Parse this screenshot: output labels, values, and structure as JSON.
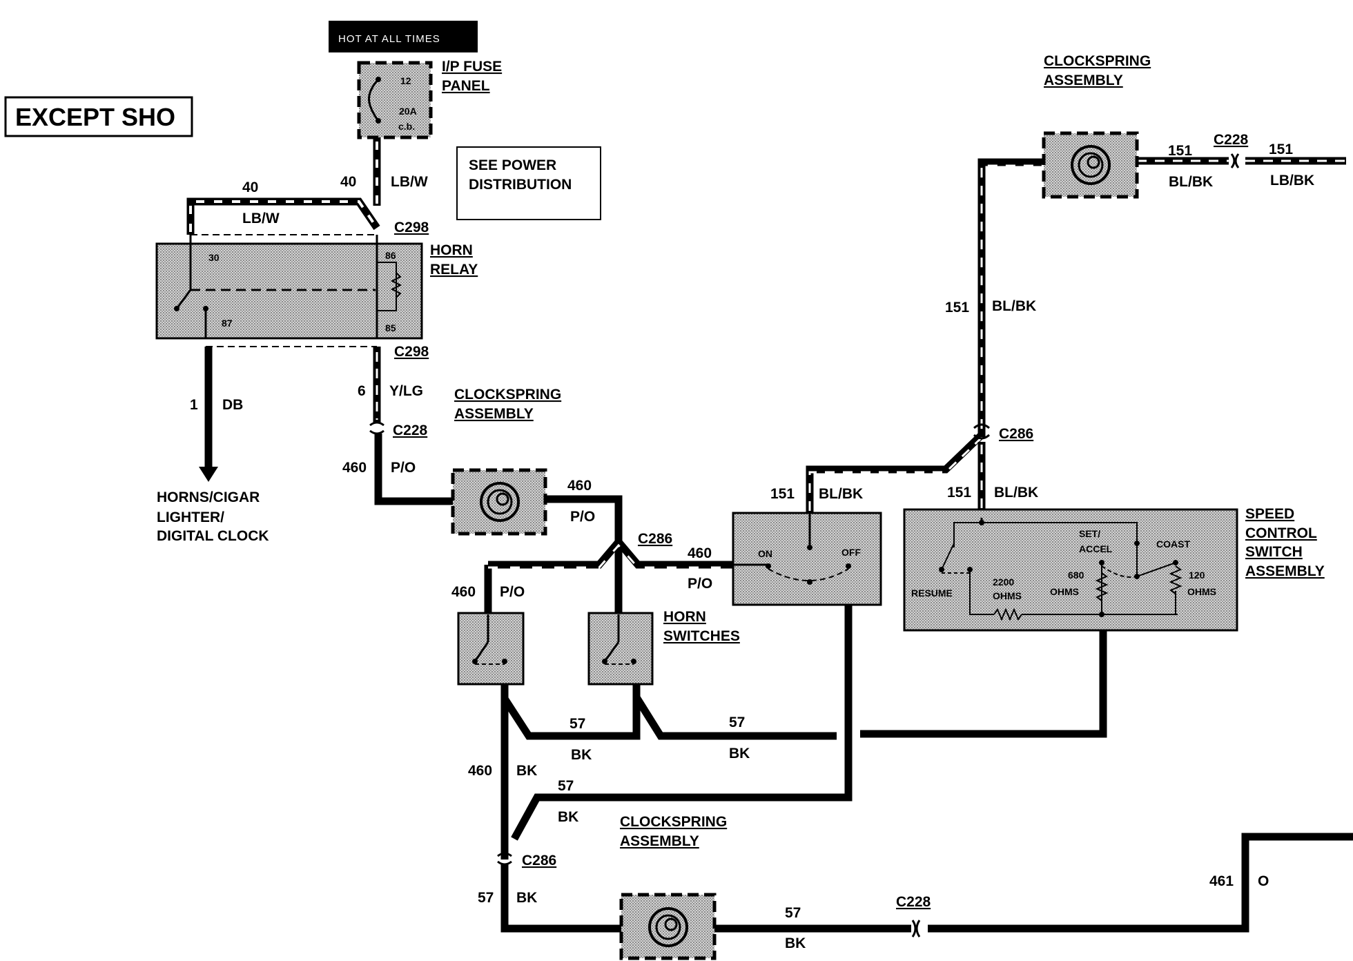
{
  "diagram": {
    "variant": "EXCEPT SHO",
    "hot_label": "HOT AT ALL TIMES",
    "fuse": {
      "title": "I/P FUSE PANEL",
      "title_line1": "I/P FUSE",
      "title_line2": "PANEL",
      "number": "12",
      "rating": "20A",
      "type": "c.b."
    },
    "see_power": {
      "line1": "SEE POWER",
      "line2": "DISTRIBUTION"
    },
    "horn_relay": {
      "line1": "HORN",
      "line2": "RELAY",
      "pin30": "30",
      "pin86": "86",
      "pin87": "87",
      "pin85": "85"
    },
    "horn_switches": {
      "line1": "HORN",
      "line2": "SWITCHES"
    },
    "speed_control": {
      "line1": "SPEED",
      "line2": "CONTROL",
      "line3": "SWITCH",
      "line4": "ASSEMBLY",
      "on": "ON",
      "off": "OFF",
      "resume": "RESUME",
      "set_accel_1": "SET/",
      "set_accel_2": "ACCEL",
      "coast": "COAST",
      "r1a": "2200",
      "r1b": "OHMS",
      "r2a": "680",
      "r2b": "OHMS",
      "r3a": "120",
      "r3b": "OHMS"
    },
    "clockspring": {
      "line1": "CLOCKSPRING",
      "line2": "ASSEMBLY"
    },
    "horns_dest": {
      "line1": "HORNS/CIGAR",
      "line2": "LIGHTER/",
      "line3": "DIGITAL CLOCK"
    },
    "connectors": {
      "c298": "C298",
      "c228": "C228",
      "c286": "C286"
    },
    "circuits": {
      "c40": "40",
      "c1": "1",
      "c6": "6",
      "c460": "460",
      "c151": "151",
      "c57": "57",
      "c461": "461"
    },
    "colors": {
      "lbw": "LB/W",
      "db": "DB",
      "ylg": "Y/LG",
      "po": "P/O",
      "blbk": "BL/BK",
      "lbbk": "LB/BK",
      "bk": "BK",
      "o": "O"
    }
  },
  "style": {
    "ink": "#000000",
    "fill_gray": "#c8c8c8",
    "paper": "#ffffff"
  }
}
